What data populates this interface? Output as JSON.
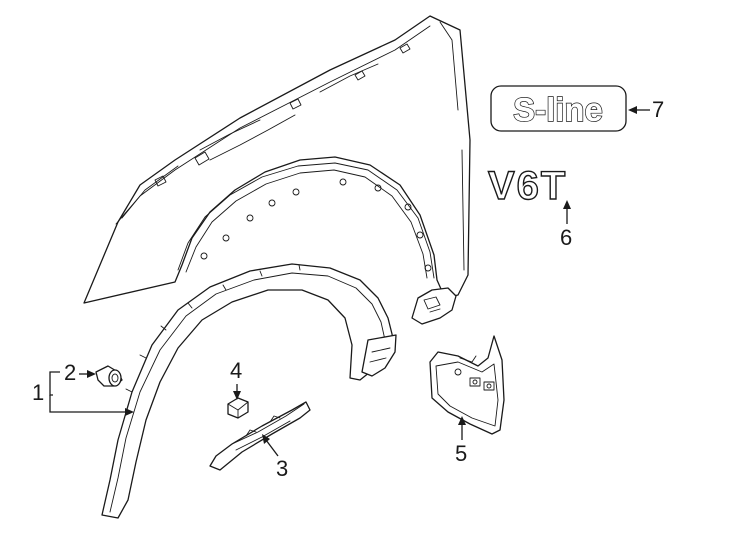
{
  "callouts": {
    "c1": "1",
    "c2": "2",
    "c3": "3",
    "c4": "4",
    "c5": "5",
    "c6": "6",
    "c7": "7"
  },
  "badges": {
    "s_line": "S-line",
    "v6t": "V6T"
  }
}
